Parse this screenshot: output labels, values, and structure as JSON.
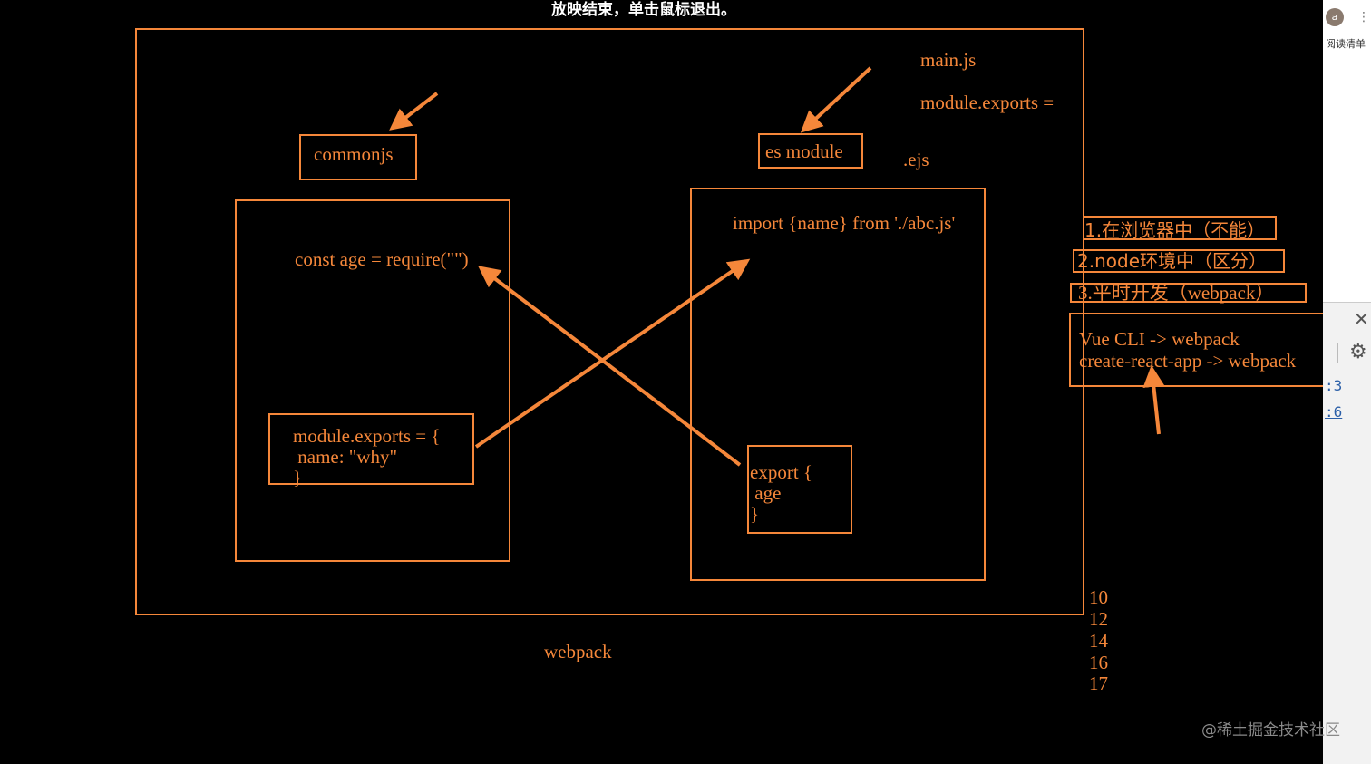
{
  "banner": "放映结束，单击鼠标退出。",
  "labels": {
    "commonjs": "commonjs",
    "es_module": "es module",
    "main_js": "main.js",
    "module_exports_eq": "module.exports =",
    "ejs": ".ejs",
    "webpack": "webpack"
  },
  "commonjs_code": {
    "require_line": "const age = require(\"\")",
    "exports_lines": [
      "module.exports = {",
      " name: \"why\"",
      "}"
    ]
  },
  "esm_code": {
    "import_line": "import {name} from './abc.js'",
    "export_lines": [
      "export {",
      " age",
      "}"
    ]
  },
  "notes": {
    "items": [
      "1.在浏览器中（不能）",
      "2.node环境中（区分）",
      "3.平时开发（webpack）"
    ],
    "tools": [
      "Vue CLI -> webpack",
      "create-react-app -> webpack"
    ]
  },
  "numbers": [
    "10",
    "12",
    "14",
    "16",
    "17"
  ],
  "browser": {
    "avatar_letter": "a",
    "reading_list": "阅读清单",
    "line_refs": [
      ":3",
      ":6"
    ]
  },
  "watermark": "@稀土掘金技术社区",
  "colors": {
    "accent": "#f5873a",
    "background": "#000000"
  }
}
